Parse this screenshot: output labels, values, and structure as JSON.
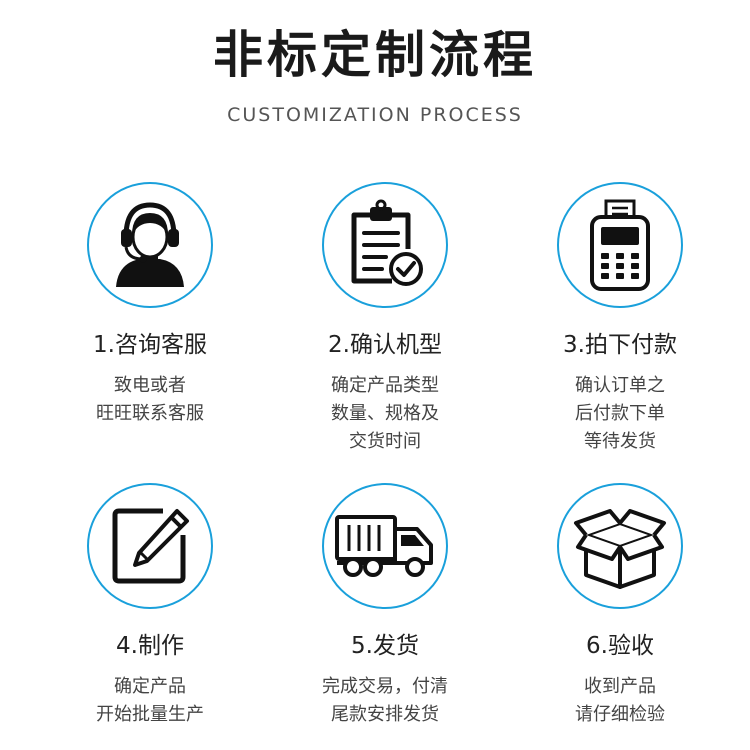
{
  "header": {
    "title": "非标定制流程",
    "subtitle": "CUSTOMIZATION PROCESS"
  },
  "accent_color": "#1aa0db",
  "steps": [
    {
      "icon": "headset-agent-icon",
      "title": "1.咨询客服",
      "lines": [
        "致电或者",
        "旺旺联系客服"
      ]
    },
    {
      "icon": "clipboard-check-icon",
      "title": "2.确认机型",
      "lines": [
        "确定产品类型",
        "数量、规格及",
        "交货时间"
      ]
    },
    {
      "icon": "pos-terminal-icon",
      "title": "3.拍下付款",
      "lines": [
        "确认订单之",
        "后付款下单",
        "等待发货"
      ]
    },
    {
      "icon": "pencil-edit-icon",
      "title": "4.制作",
      "lines": [
        "确定产品",
        "开始批量生产"
      ]
    },
    {
      "icon": "delivery-truck-icon",
      "title": "5.发货",
      "lines": [
        "完成交易，付清",
        "尾款安排发货"
      ]
    },
    {
      "icon": "open-box-icon",
      "title": "6.验收",
      "lines": [
        "收到产品",
        "请仔细检验"
      ]
    }
  ]
}
